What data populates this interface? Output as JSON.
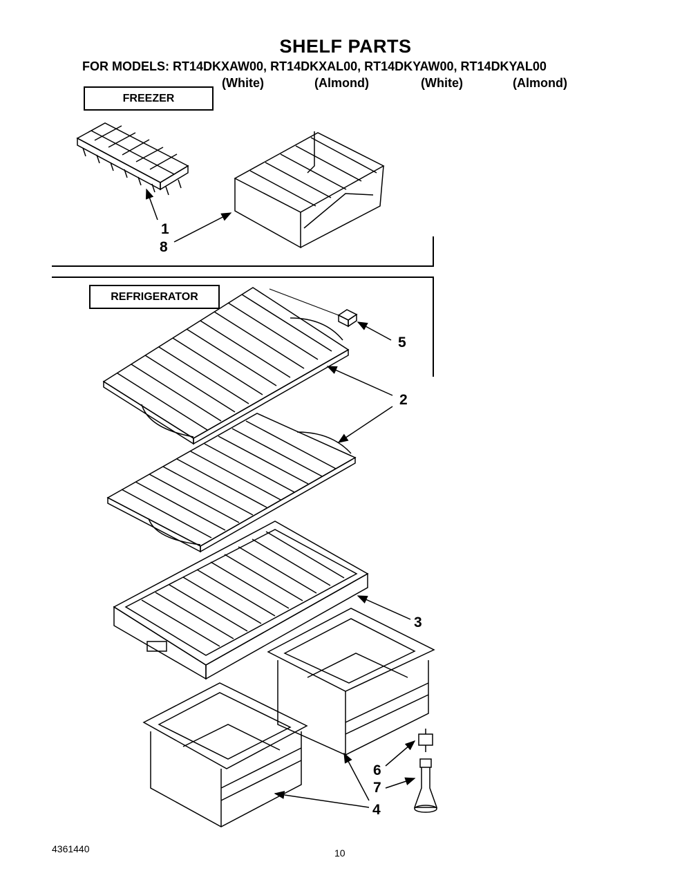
{
  "title": "SHELF PARTS",
  "models": {
    "prefix": "FOR MODELS:",
    "list": [
      {
        "code": "RT14DKXAW00,",
        "color": "(White)"
      },
      {
        "code": "RT14DKXAL00,",
        "color": "(Almond)"
      },
      {
        "code": "RT14DKYAW00,",
        "color": "(White)"
      },
      {
        "code": "RT14DKYAL00",
        "color": "(Almond)"
      }
    ]
  },
  "sections": {
    "freezer": "FREEZER",
    "refrigerator": "REFRIGERATOR"
  },
  "callouts": {
    "c1": "1",
    "c8": "8",
    "c5": "5",
    "c2": "2",
    "c3": "3",
    "c6": "6",
    "c7": "7",
    "c4": "4"
  },
  "footer": {
    "doc_number": "4361440",
    "page_number": "10"
  }
}
